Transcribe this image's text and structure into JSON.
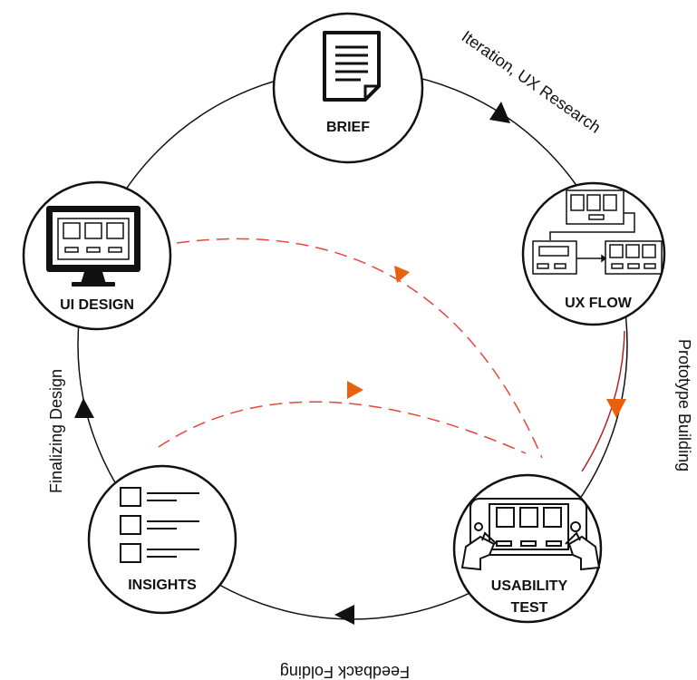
{
  "nodes": {
    "brief": {
      "label": "BRIEF"
    },
    "ux_flow": {
      "label": "UX FLOW"
    },
    "usability_test": {
      "label_line1": "USABILITY",
      "label_line2": "TEST"
    },
    "insights": {
      "label": "INSIGHTS"
    },
    "ui_design": {
      "label": "UI DESIGN"
    }
  },
  "edges": {
    "brief_to_ux_flow": "Iteration, UX Research",
    "ux_flow_to_usability_test": "Prototype Building",
    "usability_test_to_insights": "Feedback Folding",
    "insights_to_ui_design": "Finalizing Design"
  },
  "colors": {
    "stroke": "#111111",
    "highlight_arc": "#b22222",
    "dashed_arc": "#e8453c",
    "arrow_orange": "#e8620e"
  }
}
